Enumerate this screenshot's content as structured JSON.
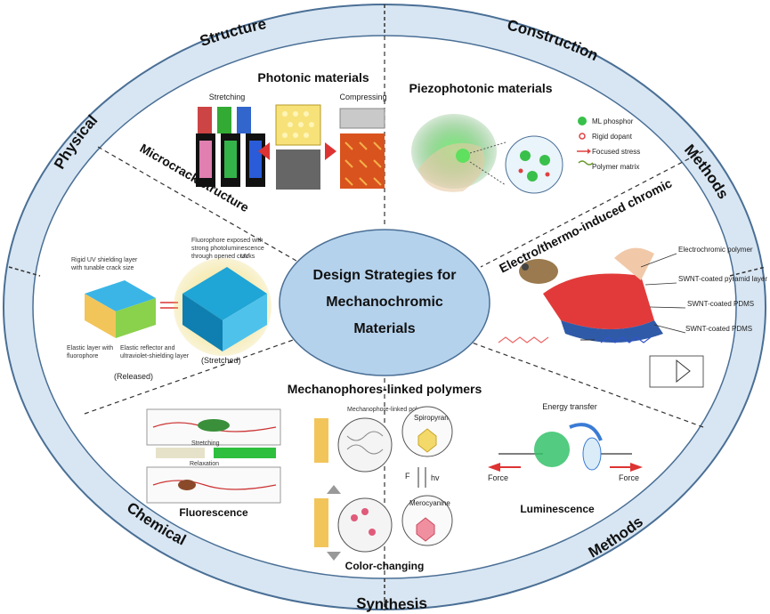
{
  "center": {
    "line1": "Design Strategies for",
    "line2": "Mechanochromic",
    "line3": "Materials"
  },
  "ring": {
    "structure": "Structure",
    "construction": "Construction",
    "physical": "Physical",
    "methods_top": "Methods",
    "chemical": "Chemical",
    "methods_bottom": "Methods",
    "synthesis": "Synthesis"
  },
  "photonic": {
    "title": "Photonic materials",
    "stretching": "Stretching",
    "compressing": "Compressing"
  },
  "piezo": {
    "title": "Piezophotonic materials",
    "legend": [
      "ML phosphor",
      "Rigid dopant",
      "Focused stress",
      "Polymer matrix"
    ]
  },
  "microcrack": {
    "title": "Microcrack structure",
    "fluorophore_note_1": "Fluorophore exposed with",
    "fluorophore_note_2": "strong photoluminescence",
    "fluorophore_note_3": "through opened cracks",
    "rigid_1": "Rigid UV shielding layer",
    "rigid_2": "with tunable crack size",
    "elastic_1": "Elastic layer with",
    "elastic_2": "fluorophore",
    "reflector_1": "Elastic reflector and",
    "reflector_2": "ultraviolet-shielding layer",
    "uv": "UV",
    "released": "(Released)",
    "stretched": "(Stretched)"
  },
  "electro": {
    "title": "Electro/thermo-induced chromic",
    "labels": [
      "Electrochromic polymer",
      "SWNT-coated pyramid layer",
      "SWNT-coated PDMS",
      "SWNT-coated PDMS"
    ]
  },
  "mechanophore": {
    "title": "Mechanophores-linked polymers",
    "mlp": "Mechanophore-linked polymer",
    "spiropyran": "Spiropyran",
    "merocyanine": "Merocyanine",
    "f_label": "F",
    "hv_label": "hv",
    "stretching": "Stretching",
    "relaxation": "Relaxation",
    "fluorescence": "Fluorescence",
    "color_changing": "Color-changing",
    "energy_transfer": "Energy transfer",
    "force_left": "Force",
    "force_right": "Force",
    "luminescence": "Luminescence"
  },
  "colors": {
    "ring_fill": "#d8e6f3",
    "ring_stroke": "#4a6f95",
    "center_fill": "#b5d2ec",
    "divider": "#333333"
  }
}
